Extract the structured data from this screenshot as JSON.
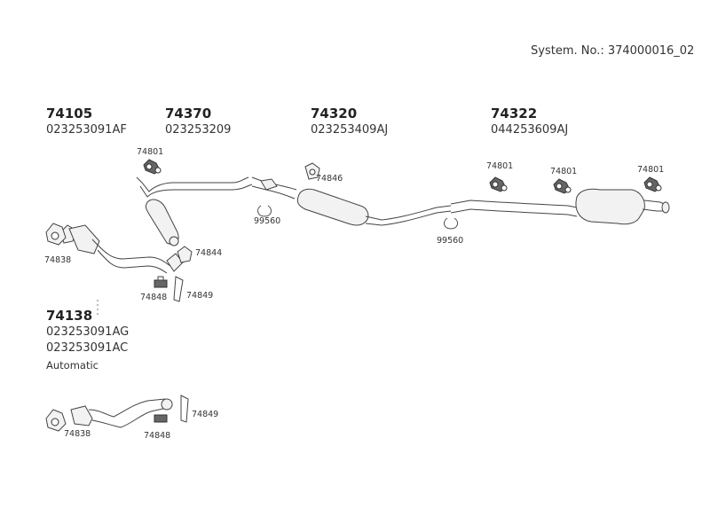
{
  "header": {
    "system_label": "System. No.: 374000016_02"
  },
  "groups": {
    "g74105": {
      "code": "74105",
      "ref": "023253091AF"
    },
    "g74370": {
      "code": "74370",
      "ref": "023253209"
    },
    "g74320": {
      "code": "74320",
      "ref": "023253409AJ"
    },
    "g74322": {
      "code": "74322",
      "ref": "044253609AJ"
    },
    "g74138": {
      "code": "74138",
      "ref1": "023253091AG",
      "ref2": "023253091AC",
      "note": "Automatic"
    }
  },
  "parts": {
    "p74801a": "74801",
    "p74846": "74846",
    "p74801b": "74801",
    "p74801c": "74801",
    "p74801d": "74801",
    "p99560a": "99560",
    "p99560b": "99560",
    "p74838a": "74838",
    "p74844": "74844",
    "p74848a": "74848",
    "p74849a": "74849",
    "p74838b": "74838",
    "p74848b": "74848",
    "p74849b": "74849"
  }
}
